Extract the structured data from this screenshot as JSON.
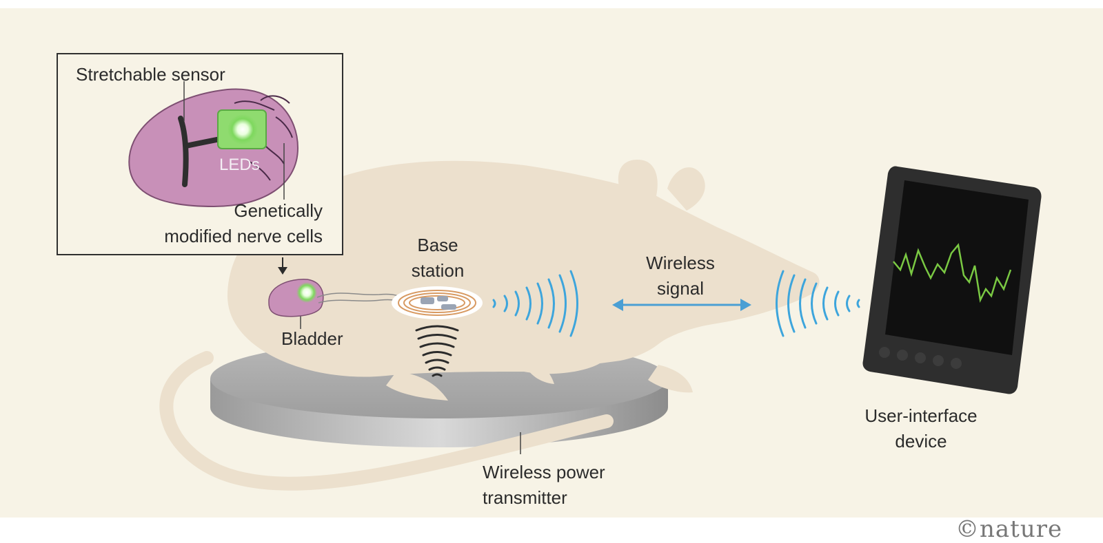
{
  "labels": {
    "stretchable_sensor": "Stretchable sensor",
    "leds": "LEDs",
    "genetically_modified": [
      "Genetically",
      "modified nerve cells"
    ],
    "base_station": [
      "Base",
      "station"
    ],
    "wireless_signal": [
      "Wireless",
      "signal"
    ],
    "bladder": "Bladder",
    "user_interface_device": [
      "User-interface",
      "device"
    ],
    "wireless_power_transmitter": [
      "Wireless power",
      "transmitter"
    ]
  },
  "logo_text": "©nature",
  "colors": {
    "background": "#f7f3e6",
    "rat_body": "#ece0cd",
    "bladder": "#c890b8",
    "led_green": "#7ed85e",
    "wireless_wave": "#3da5dc",
    "arrow": "#4a9fd4",
    "coil": "#d89a62",
    "screen_signal": "#7ac943",
    "tablet_frame": "#2e2e2e",
    "tablet_screen": "#101010",
    "platform": "#a5a5a5",
    "text": "#2b2b2b"
  },
  "icons": [
    "bladder-icon",
    "led-icon",
    "base-station-icon",
    "tablet-icon",
    "wireless-power-plate-icon",
    "rat-icon"
  ]
}
